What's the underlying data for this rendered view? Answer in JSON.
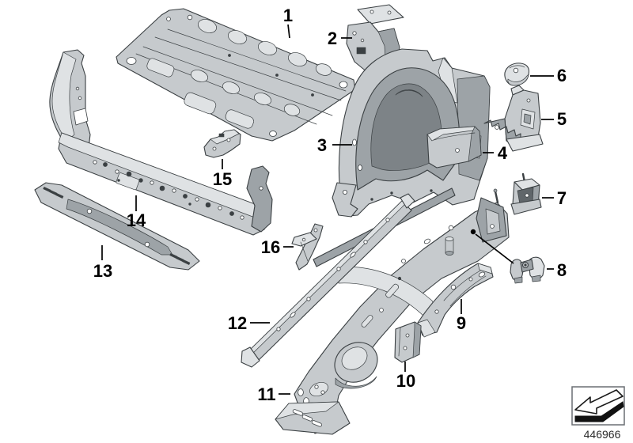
{
  "figure": {
    "kind": "vehicle-body-parts-exploded-diagram",
    "background_color": "#ffffff",
    "palette": {
      "outline": "#3b4043",
      "fill_light": "#dfe2e4",
      "fill_mid": "#c6cacd",
      "fill_dark": "#9da3a7",
      "fill_deep": "#7d8387",
      "fill_shadow": "#60666a",
      "label_color": "#000000"
    },
    "callouts": [
      {
        "label": "1"
      },
      {
        "label": "2"
      },
      {
        "label": "3"
      },
      {
        "label": "4"
      },
      {
        "label": "5"
      },
      {
        "label": "6"
      },
      {
        "label": "7"
      },
      {
        "label": "8"
      },
      {
        "label": "9"
      },
      {
        "label": "10"
      },
      {
        "label": "11"
      },
      {
        "label": "12"
      },
      {
        "label": "13"
      },
      {
        "label": "14"
      },
      {
        "label": "15"
      },
      {
        "label": "16"
      }
    ],
    "legend": {
      "icon": "direction-arrow-icon",
      "doc_number": "446966"
    }
  }
}
